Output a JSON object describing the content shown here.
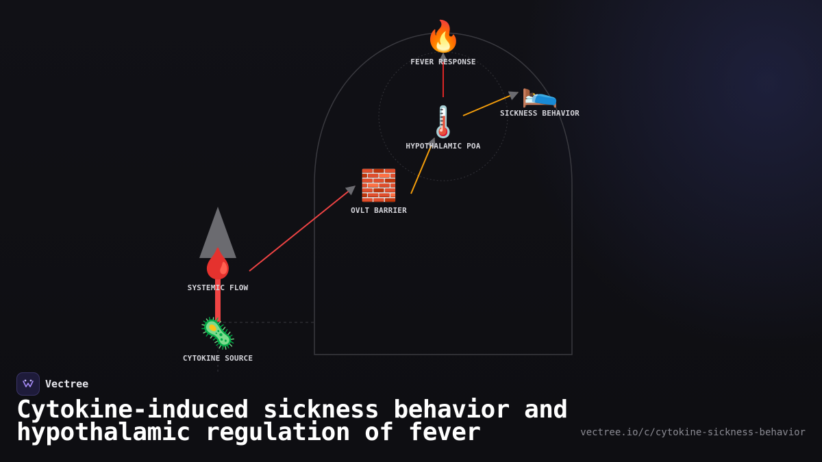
{
  "diagram": {
    "nodes": [
      {
        "id": "fever",
        "icon": "fire-icon",
        "emoji": "🔥",
        "label": "FEVER RESPONSE"
      },
      {
        "id": "sickness",
        "icon": "bed-icon",
        "emoji": "🛌",
        "label": "SICKNESS BEHAVIOR"
      },
      {
        "id": "poa",
        "icon": "thermometer-icon",
        "emoji": "🌡️",
        "label": "HYPOTHALAMIC POA"
      },
      {
        "id": "ovlt",
        "icon": "brick-wall-icon",
        "emoji": "🧱",
        "label": "OVLT BARRIER"
      },
      {
        "id": "systemic",
        "icon": "blood-drop-icon",
        "emoji": "🩸",
        "label": "SYSTEMIC FLOW"
      },
      {
        "id": "cytokine",
        "icon": "microbe-icon",
        "emoji": "🦠",
        "label": "CYTOKINE SOURCE"
      }
    ],
    "edges": [
      {
        "from": "cytokine",
        "to": "systemic",
        "color": "#ef4444"
      },
      {
        "from": "systemic",
        "to": "ovlt",
        "color": "#ef4444"
      },
      {
        "from": "ovlt",
        "to": "poa",
        "color": "#f59e0b"
      },
      {
        "from": "poa",
        "to": "fever",
        "color": "#dc2626"
      },
      {
        "from": "poa",
        "to": "sickness",
        "color": "#f59e0b"
      }
    ],
    "colors": {
      "outline": "#3a3a40",
      "arrowhead": "#6b6b70",
      "red": "#ef4444",
      "amber": "#f59e0b"
    }
  },
  "brand": {
    "name": "Vectree",
    "logo_icon": "vectree-logo-icon"
  },
  "title": "Cytokine-induced sickness behavior and hypothalamic regulation of fever",
  "url": "vectree.io/c/cytokine-sickness-behavior"
}
